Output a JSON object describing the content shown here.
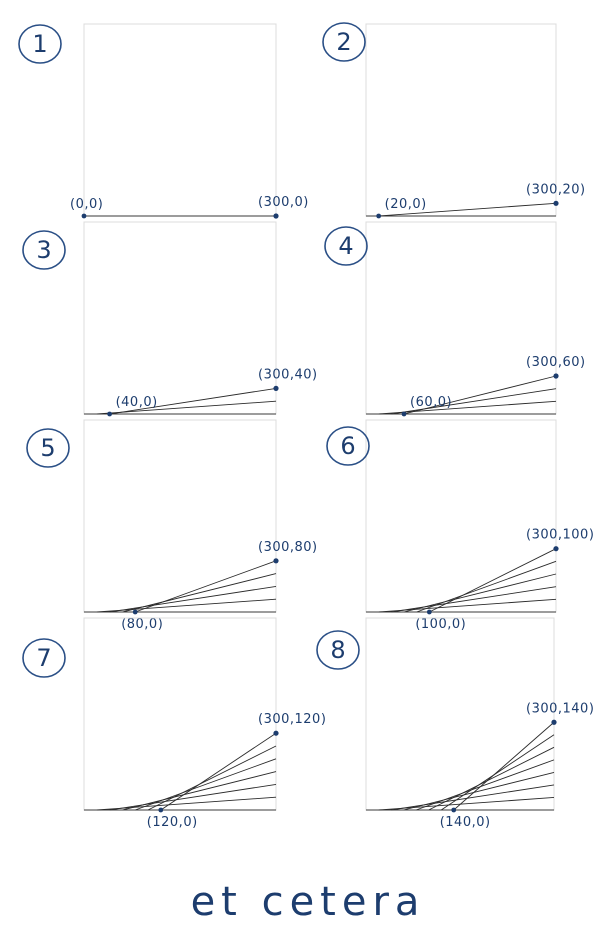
{
  "footer_text": "et cetera",
  "colors": {
    "ink": "#1d3d6e",
    "line": "#2b2b2b",
    "frame": "#dcdcdc"
  },
  "panels": [
    {
      "number": "1",
      "step": 0,
      "left_label": "(0,0)",
      "right_label": "(300,0)"
    },
    {
      "number": "2",
      "step": 1,
      "left_label": "(20,0)",
      "right_label": "(300,20)"
    },
    {
      "number": "3",
      "step": 2,
      "left_label": "(40,0)",
      "right_label": "(300,40)"
    },
    {
      "number": "4",
      "step": 3,
      "left_label": "(60,0)",
      "right_label": "(300,60)"
    },
    {
      "number": "5",
      "step": 4,
      "left_label": "(80,0)",
      "right_label": "(300,80)"
    },
    {
      "number": "6",
      "step": 5,
      "left_label": "(100,0)",
      "right_label": "(300,100)"
    },
    {
      "number": "7",
      "step": 6,
      "left_label": "(120,0)",
      "right_label": "(300,120)"
    },
    {
      "number": "8",
      "step": 7,
      "left_label": "(140,0)",
      "right_label": "(300,140)"
    }
  ]
}
